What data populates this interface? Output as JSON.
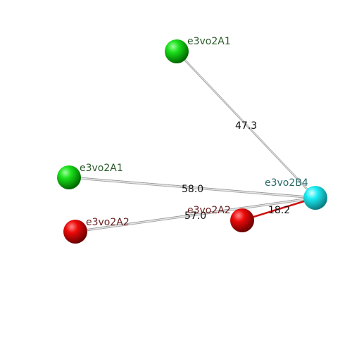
{
  "colors": {
    "green_atom": "#00d000",
    "red_atom": "#e00000",
    "cyan_atom": "#19e8ee",
    "bond_grey": "#bdbdbd",
    "bond_red": "#cc1111",
    "label_green": "#2a5a2a",
    "label_red": "#6b2020",
    "label_cyan": "#2a6a6a"
  },
  "nodes": [
    {
      "id": "n_top",
      "label": "e3vo2A1",
      "kind": "green"
    },
    {
      "id": "n_left",
      "label": "e3vo2A1",
      "kind": "green"
    },
    {
      "id": "n_bottom_left",
      "label": "e3vo2A2",
      "kind": "red"
    },
    {
      "id": "n_center",
      "label": "e3vo2A2",
      "kind": "red"
    },
    {
      "id": "n_right",
      "label": "e3vo2B4",
      "kind": "cyan"
    }
  ],
  "edges": [
    {
      "from": "n_top",
      "to": "n_right",
      "value": "47.3",
      "kind": "grey"
    },
    {
      "from": "n_left",
      "to": "n_right",
      "value": "58.0",
      "kind": "grey"
    },
    {
      "from": "n_bottom_left",
      "to": "n_right",
      "value": "57.0",
      "kind": "grey"
    },
    {
      "from": "n_center",
      "to": "n_right",
      "value": "18.2",
      "kind": "red"
    }
  ]
}
